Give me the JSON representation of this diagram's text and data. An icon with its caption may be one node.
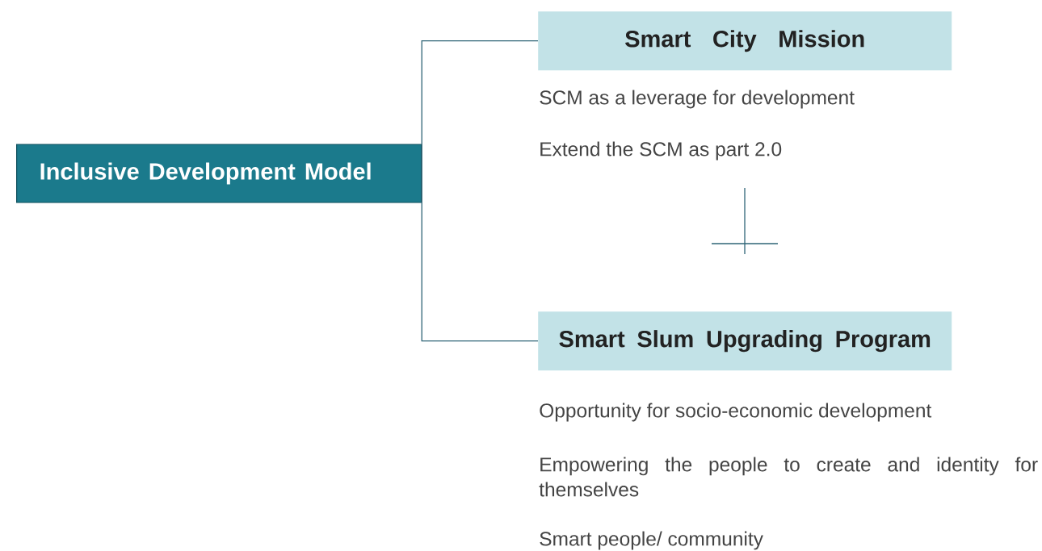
{
  "diagram": {
    "nodes": [
      {
        "text": [
          "Inclusive Development Model"
        ]
      },
      {
        "text": [
          "Smart City Mission"
        ],
        "beside": [
          "SCM as a leverage for development",
          "Extend the SCM as part 2.0"
        ]
      },
      {
        "text": [
          "Smart Slum Upgrading Program"
        ],
        "beside": [
          "Opportunity for socio-economic development",
          "Empowering the people to create and identity for themselves",
          "Smart people/ community"
        ]
      }
    ],
    "edges": [
      {
        "from": 0,
        "to": 1,
        "arrow": "none"
      },
      {
        "from": 0,
        "to": 2,
        "arrow": "none"
      }
    ]
  }
}
